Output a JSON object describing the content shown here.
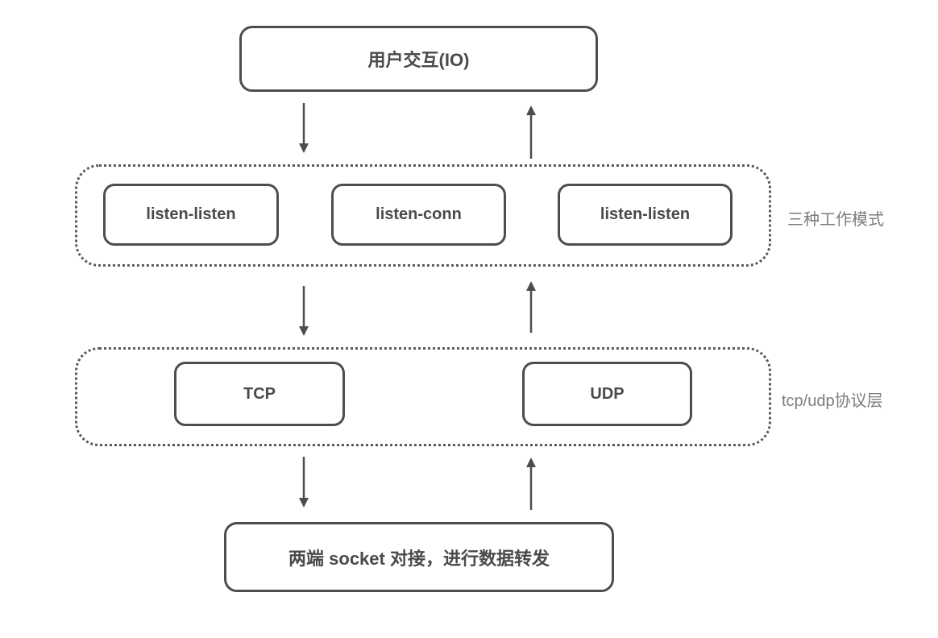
{
  "diagram": {
    "top_box": {
      "label": "用户交互(IO)"
    },
    "modes_layer": {
      "side_label": "三种工作模式",
      "boxes": [
        "listen-listen",
        "listen-conn",
        "listen-listen"
      ]
    },
    "protocol_layer": {
      "side_label": "tcp/udp协议层",
      "boxes": [
        "TCP",
        "UDP"
      ]
    },
    "bottom_box": {
      "label": "两端 socket 对接，进行数据转发"
    },
    "colors": {
      "border": "#4d4d4d",
      "box_text": "#4a4a4a",
      "side_label_text": "#7d7d7d",
      "background": "#ffffff"
    }
  }
}
